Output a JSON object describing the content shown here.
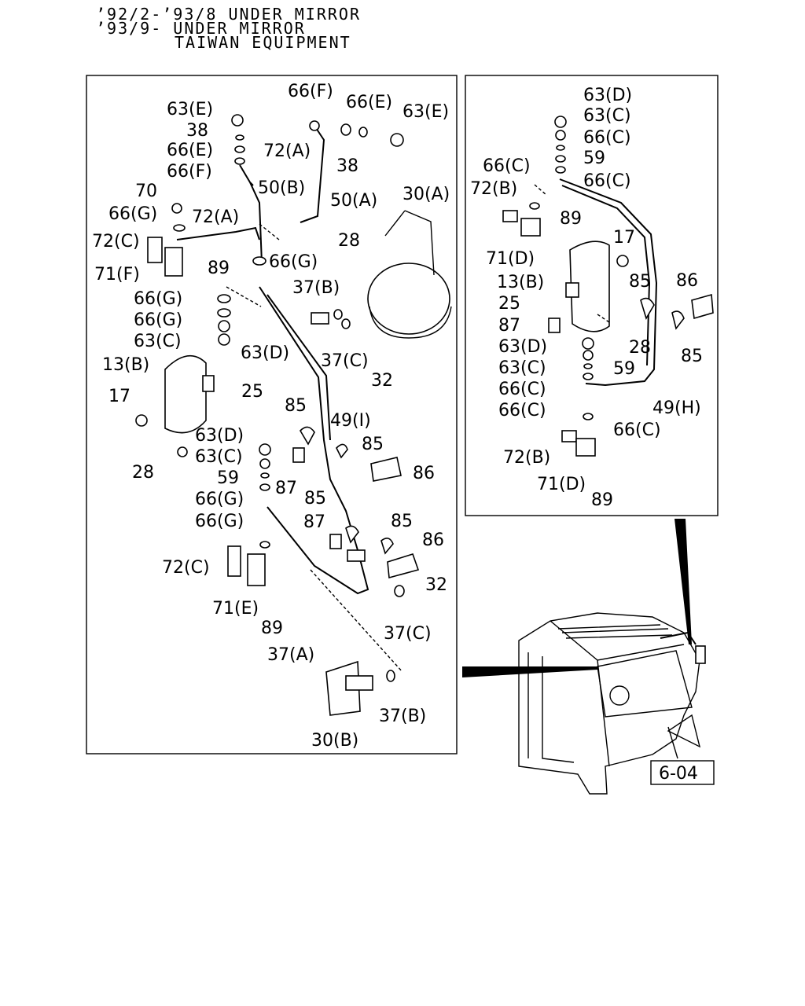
{
  "header": {
    "line1": "’92/2-’93/8 UNDER MIRROR",
    "line2": "’93/9- UNDER MIRROR",
    "line3": "TAIWAN EQUIPMENT"
  },
  "ref_box": "6-04",
  "left_labels": [
    "63(E)",
    "38",
    "66(E)",
    "66(F)",
    "70",
    "66(G)",
    "72(C)",
    "71(F)",
    "66(F)",
    "66(E)",
    "63(E)",
    "72(A)",
    "38",
    "50(B)",
    "72(A)",
    "50(A)",
    "30(A)",
    "28",
    "66(G)",
    "89",
    "37(B)",
    "66(G)",
    "66(G)",
    "63(C)",
    "63(D)",
    "37(C)",
    "13(B)",
    "25",
    "32",
    "17",
    "85",
    "49(I)",
    "63(D)",
    "85",
    "63(C)",
    "28",
    "59",
    "87",
    "86",
    "66(G)",
    "85",
    "66(G)",
    "87",
    "85",
    "86",
    "72(C)",
    "32",
    "71(E)",
    "89",
    "37(C)",
    "37(A)",
    "37(B)",
    "30(B)"
  ],
  "right_labels": [
    "63(D)",
    "63(C)",
    "66(C)",
    "59",
    "66(C)",
    "66(C)",
    "72(B)",
    "89",
    "17",
    "71(D)",
    "13(B)",
    "85",
    "86",
    "25",
    "87",
    "28",
    "63(D)",
    "63(C)",
    "59",
    "66(C)",
    "85",
    "66(C)",
    "49(H)",
    "66(C)",
    "72(B)",
    "71(D)",
    "89"
  ]
}
